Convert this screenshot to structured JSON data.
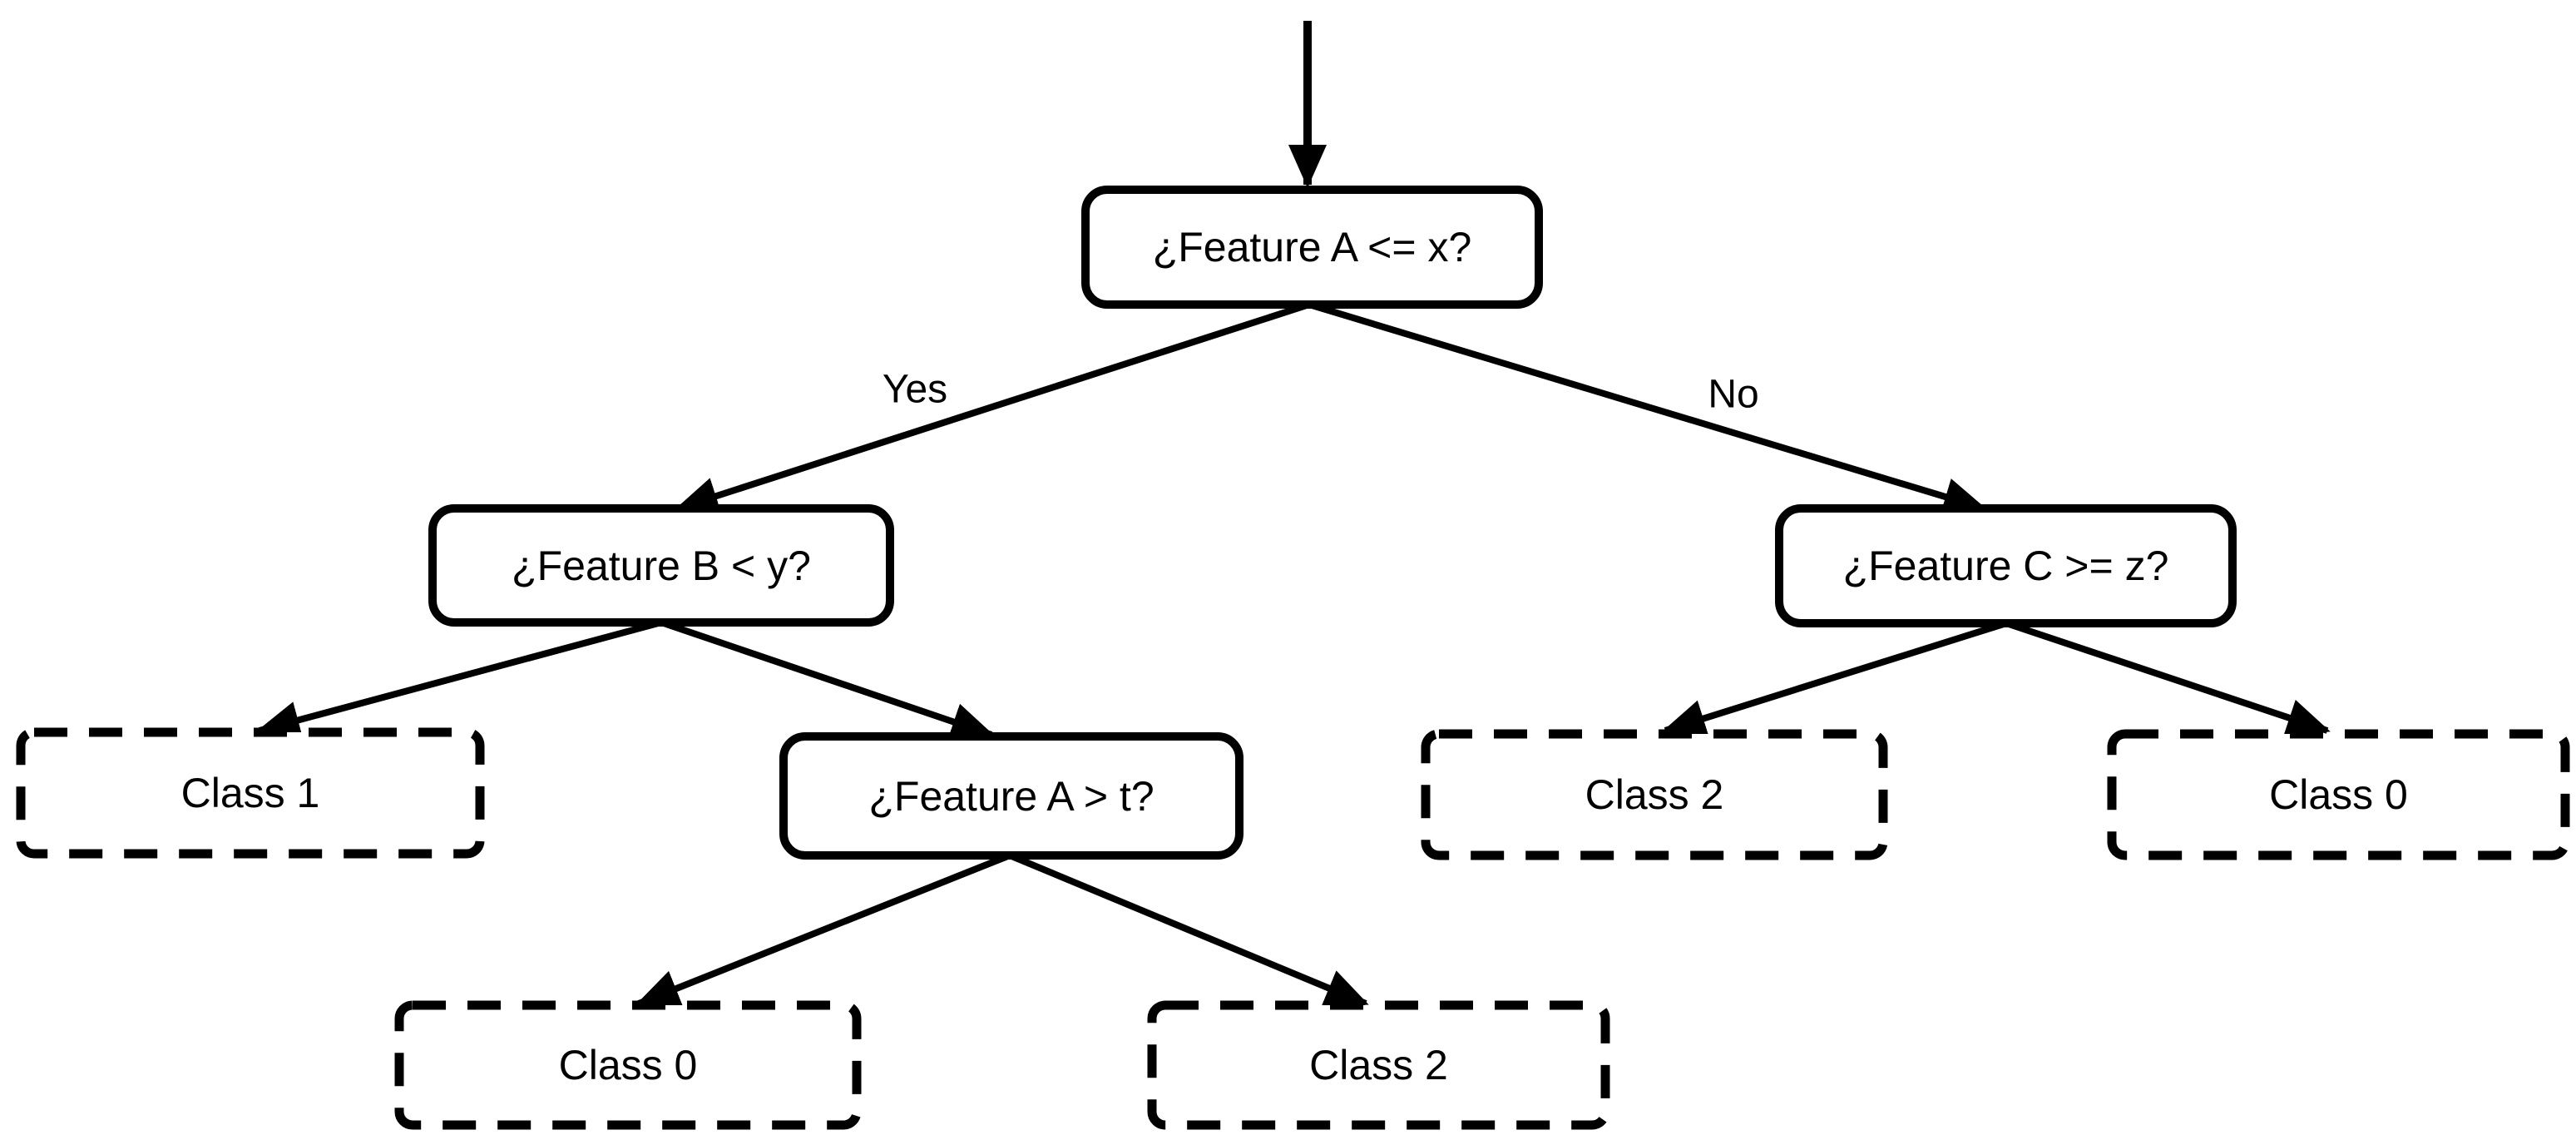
{
  "diagram": {
    "type": "decision-tree-flowchart",
    "background_color": "#ffffff",
    "line_color": "#000000",
    "text_color": "#000000",
    "nodes": {
      "root": {
        "label": "¿Feature A <= x?",
        "kind": "decision",
        "box_style": "solid-rounded"
      },
      "feature_b": {
        "label": "¿Feature B < y?",
        "kind": "decision",
        "box_style": "solid-rounded"
      },
      "feature_c": {
        "label": "¿Feature C >= z?",
        "kind": "decision",
        "box_style": "solid-rounded"
      },
      "feature_a_t": {
        "label": "¿Feature A > t?",
        "kind": "decision",
        "box_style": "solid-rounded"
      },
      "class1_left": {
        "label": "Class 1",
        "kind": "leaf",
        "box_style": "dashed"
      },
      "class0_bottom": {
        "label": "Class 0",
        "kind": "leaf",
        "box_style": "dashed"
      },
      "class2_bottom": {
        "label": "Class 2",
        "kind": "leaf",
        "box_style": "dashed"
      },
      "class2_right": {
        "label": "Class 2",
        "kind": "leaf",
        "box_style": "dashed"
      },
      "class0_right": {
        "label": "Class 0",
        "kind": "leaf",
        "box_style": "dashed"
      }
    },
    "edge_labels": {
      "yes": "Yes",
      "no": "No"
    },
    "edges": [
      {
        "from": "start",
        "to": "root",
        "label": ""
      },
      {
        "from": "root",
        "to": "feature_b",
        "label": "Yes"
      },
      {
        "from": "root",
        "to": "feature_c",
        "label": "No"
      },
      {
        "from": "feature_b",
        "to": "class1_left",
        "label": ""
      },
      {
        "from": "feature_b",
        "to": "feature_a_t",
        "label": ""
      },
      {
        "from": "feature_a_t",
        "to": "class0_bottom",
        "label": ""
      },
      {
        "from": "feature_a_t",
        "to": "class2_bottom",
        "label": ""
      },
      {
        "from": "feature_c",
        "to": "class2_right",
        "label": ""
      },
      {
        "from": "feature_c",
        "to": "class0_right",
        "label": ""
      }
    ]
  }
}
